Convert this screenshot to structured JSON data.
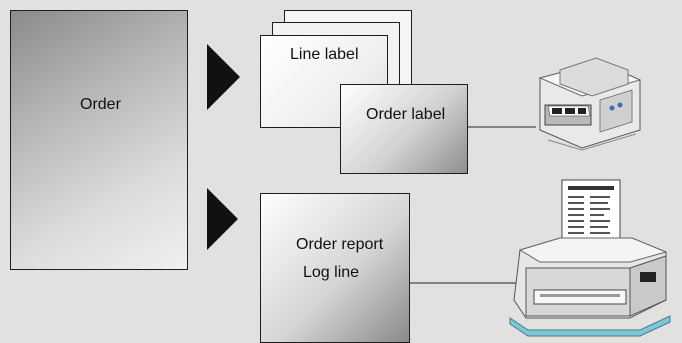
{
  "order": {
    "label": "Order"
  },
  "line_label": {
    "label": "Line label"
  },
  "order_label": {
    "label": "Order label"
  },
  "report": {
    "line1": "Order report",
    "line2": "Log line"
  },
  "icons": {
    "arrow_top": "play-arrow-icon",
    "arrow_bottom": "play-arrow-icon",
    "label_printer": "label-printer-icon",
    "report_printer": "report-printer-icon"
  },
  "colors": {
    "background": "#e3e1df",
    "box_stroke": "#1e1e1e",
    "arrow": "#111111"
  }
}
